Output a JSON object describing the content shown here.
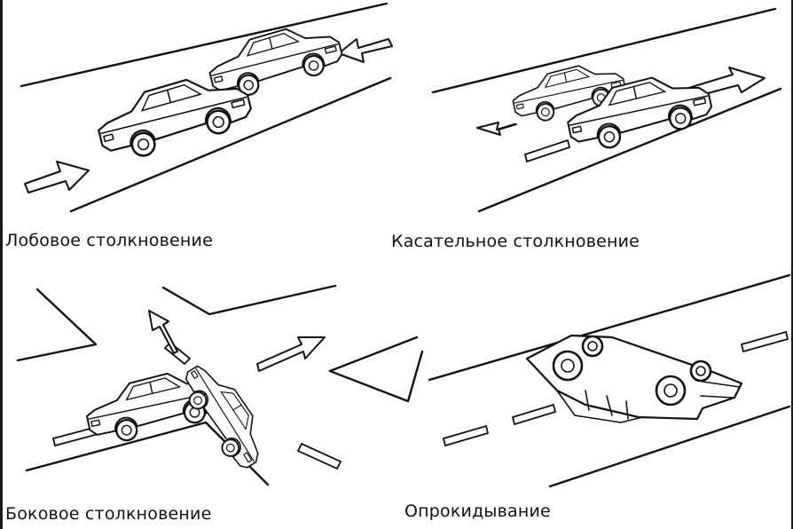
{
  "panels": [
    {
      "id": "head-on",
      "caption": "Лобовое столкновение"
    },
    {
      "id": "sideswipe",
      "caption": "Касательное столкновение"
    },
    {
      "id": "side-impact",
      "caption": "Боковое столкновение"
    },
    {
      "id": "rollover",
      "caption": "Опрокидывание"
    }
  ]
}
